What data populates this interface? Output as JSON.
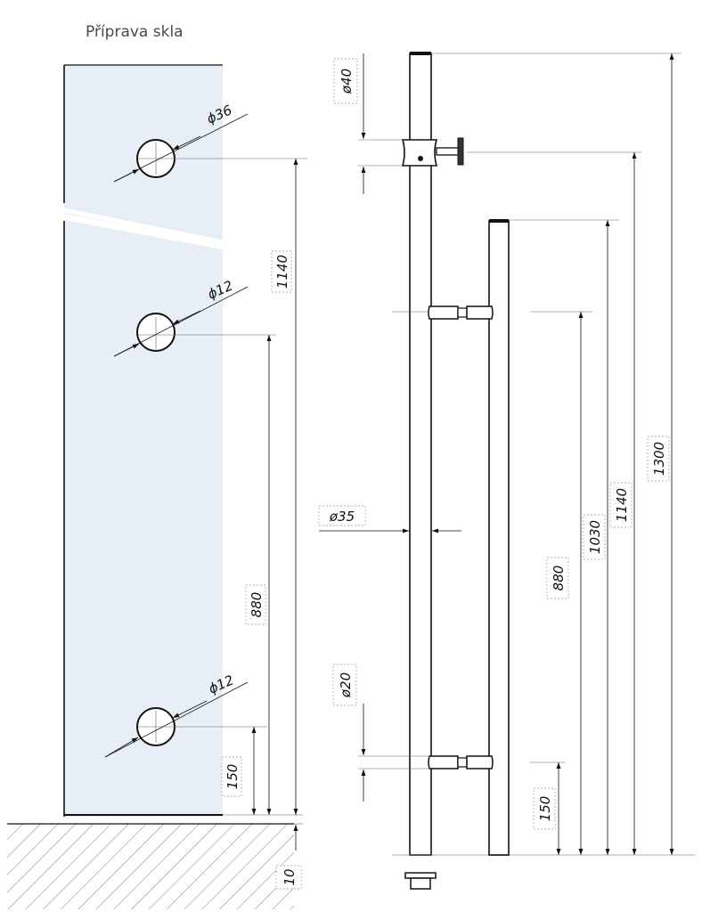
{
  "title": "Příprava skla",
  "left_view": {
    "holes": {
      "top": "ϕ36",
      "middle": "ϕ12",
      "bottom": "ϕ12"
    },
    "dims": {
      "d1140": "1140",
      "d880": "880",
      "d150": "150",
      "d10": "10"
    }
  },
  "right_view": {
    "dims": {
      "dia40": "ø40",
      "dia35": "ø35",
      "dia20": "ø20",
      "d1300": "1300",
      "d1140": "1140",
      "d1030": "1030",
      "d880": "880",
      "d150": "150"
    }
  },
  "colors": {
    "glass": "#e8eef6",
    "lines": "#111111"
  }
}
